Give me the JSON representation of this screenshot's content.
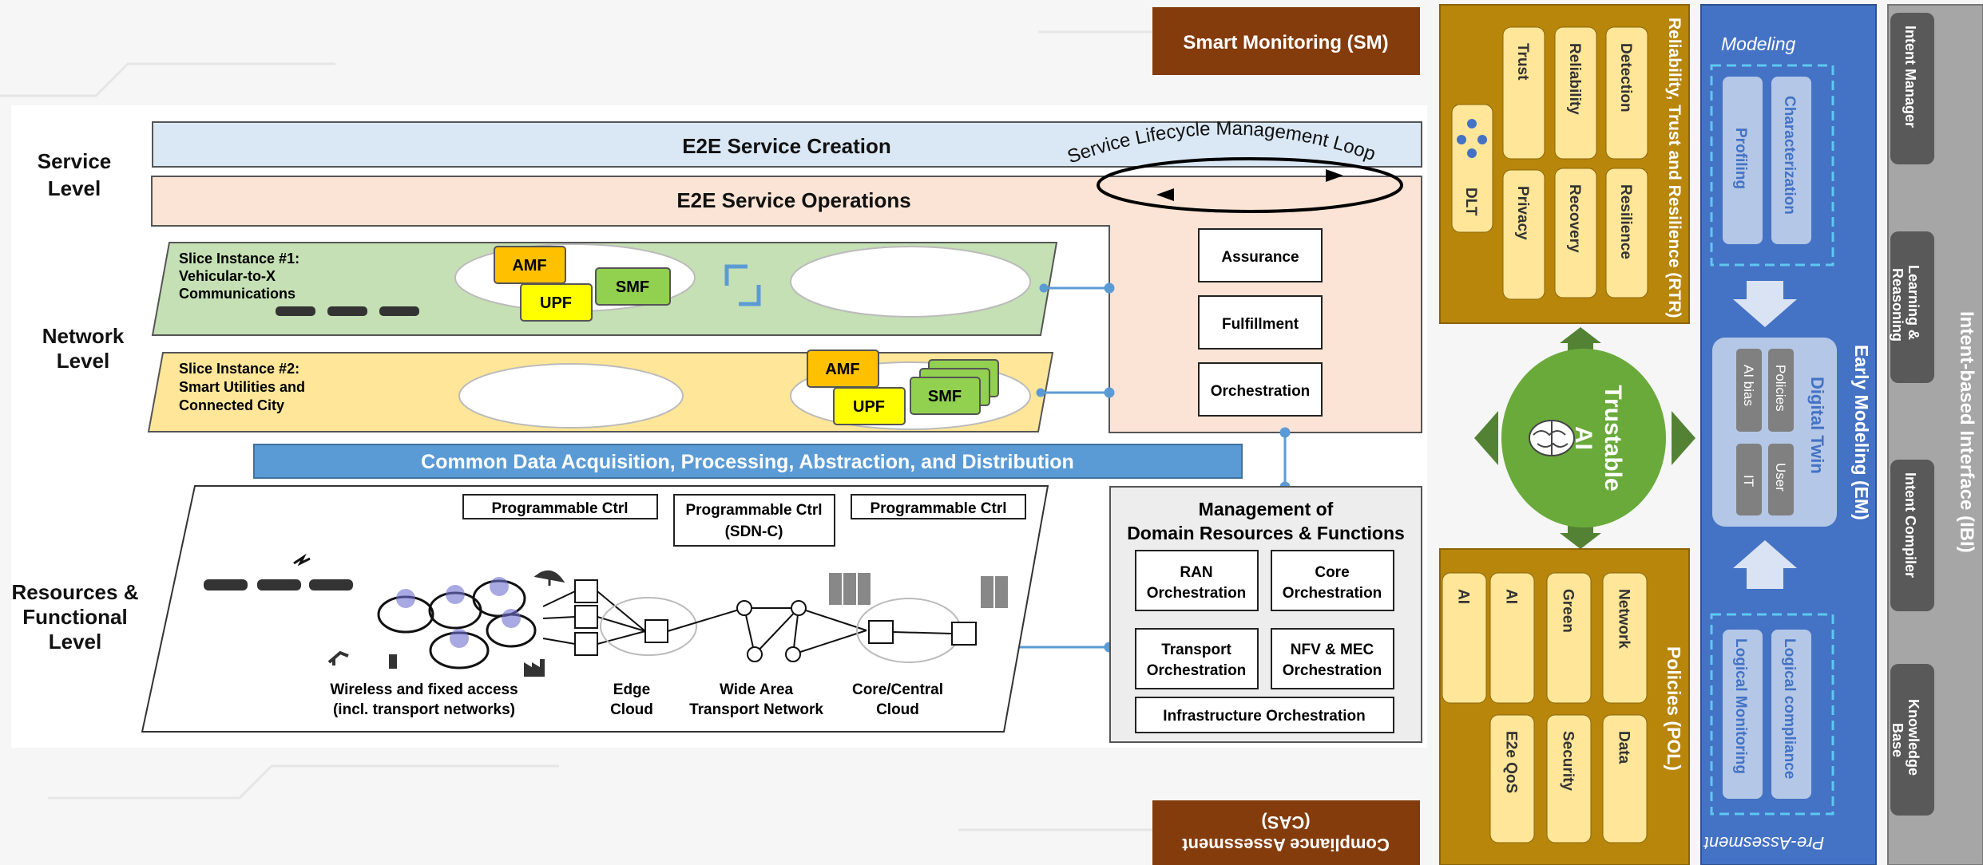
{
  "top": {
    "smart_monitoring": "Smart Monitoring (SM)"
  },
  "bottom": {
    "compliance": [
      "Compliance Assessment",
      "(CAS)"
    ]
  },
  "levels": {
    "service": [
      "Service",
      "Level"
    ],
    "network": [
      "Network",
      "Level"
    ],
    "resources": [
      "Resources &",
      "Functional",
      "Level"
    ]
  },
  "service_bars": {
    "creation": "E2E Service Creation",
    "operations": "E2E Service Operations",
    "loop": "Service Lifecycle Management Loop"
  },
  "slice1": {
    "title": [
      "Slice Instance #1:",
      "Vehicular-to-X",
      "Communications"
    ],
    "nf": [
      "AMF",
      "UPF",
      "SMF"
    ]
  },
  "slice2": {
    "title": [
      "Slice Instance #2:",
      "Smart Utilities and",
      "Connected City"
    ],
    "nf": [
      "AMF",
      "UPF",
      "SMF"
    ]
  },
  "ops_boxes": [
    "Assurance",
    "Fulfillment",
    "Orchestration"
  ],
  "common_data": "Common Data Acquisition, Processing, Abstraction, and Distribution",
  "resources": {
    "ctrl": [
      "Programmable Ctrl",
      "Programmable Ctrl",
      "(SDN-C)",
      "Programmable Ctrl"
    ],
    "labels": [
      [
        "Wireless and fixed access",
        "(incl. transport networks)"
      ],
      [
        "Edge",
        "Cloud"
      ],
      [
        "Wide Area",
        "Transport Network"
      ],
      [
        "Core/Central",
        "Cloud"
      ]
    ]
  },
  "management": {
    "title": [
      "Management of",
      "Domain Resources & Functions"
    ],
    "items": [
      [
        "RAN",
        "Orchestration"
      ],
      [
        "Core",
        "Orchestration"
      ],
      [
        "Transport",
        "Orchestration"
      ],
      [
        "NFV & MEC",
        "Orchestration"
      ]
    ],
    "infra": "Infrastructure Orchestration"
  },
  "rtr": {
    "title": "Reliability, Trust and Resilience  (RTR)",
    "dlt": "DLT",
    "items": [
      "Trust",
      "Reliability",
      "Detection",
      "Privacy",
      "Recovery",
      "Resilience"
    ]
  },
  "ai": {
    "title": [
      "Trustable",
      "AI"
    ]
  },
  "pol": {
    "title": "Policies (POL)",
    "items": [
      "AI",
      "AI",
      "Green",
      "Network",
      "E2e QoS",
      "Security",
      "Data"
    ]
  },
  "em": {
    "title": "Early Modeling (EM)",
    "modeling": "Modeling",
    "modeling_items": [
      "Profiling",
      "Characterization"
    ],
    "dt_title": "Digital Twin",
    "dt_items": [
      "AI bias",
      "Policies",
      "IT",
      "User"
    ],
    "pre": "Pre-Assesment",
    "pre_items": [
      "Logical Monitoring",
      "Logical compliance"
    ]
  },
  "ibi": {
    "title": "Intent-based Interface (IBI)",
    "items": [
      "Intent Manager",
      "Learning &\nReasoning",
      "Intent Compiler",
      "Knowledge\nBase"
    ]
  },
  "colors": {
    "gold": "#b8860b",
    "brown": "#843c0c",
    "blue": "#4472c4",
    "grey": "#a6a6a6",
    "green": "#6aaa3b",
    "amf": "#ffc000",
    "upf": "#ffff00",
    "smf": "#92d050"
  }
}
